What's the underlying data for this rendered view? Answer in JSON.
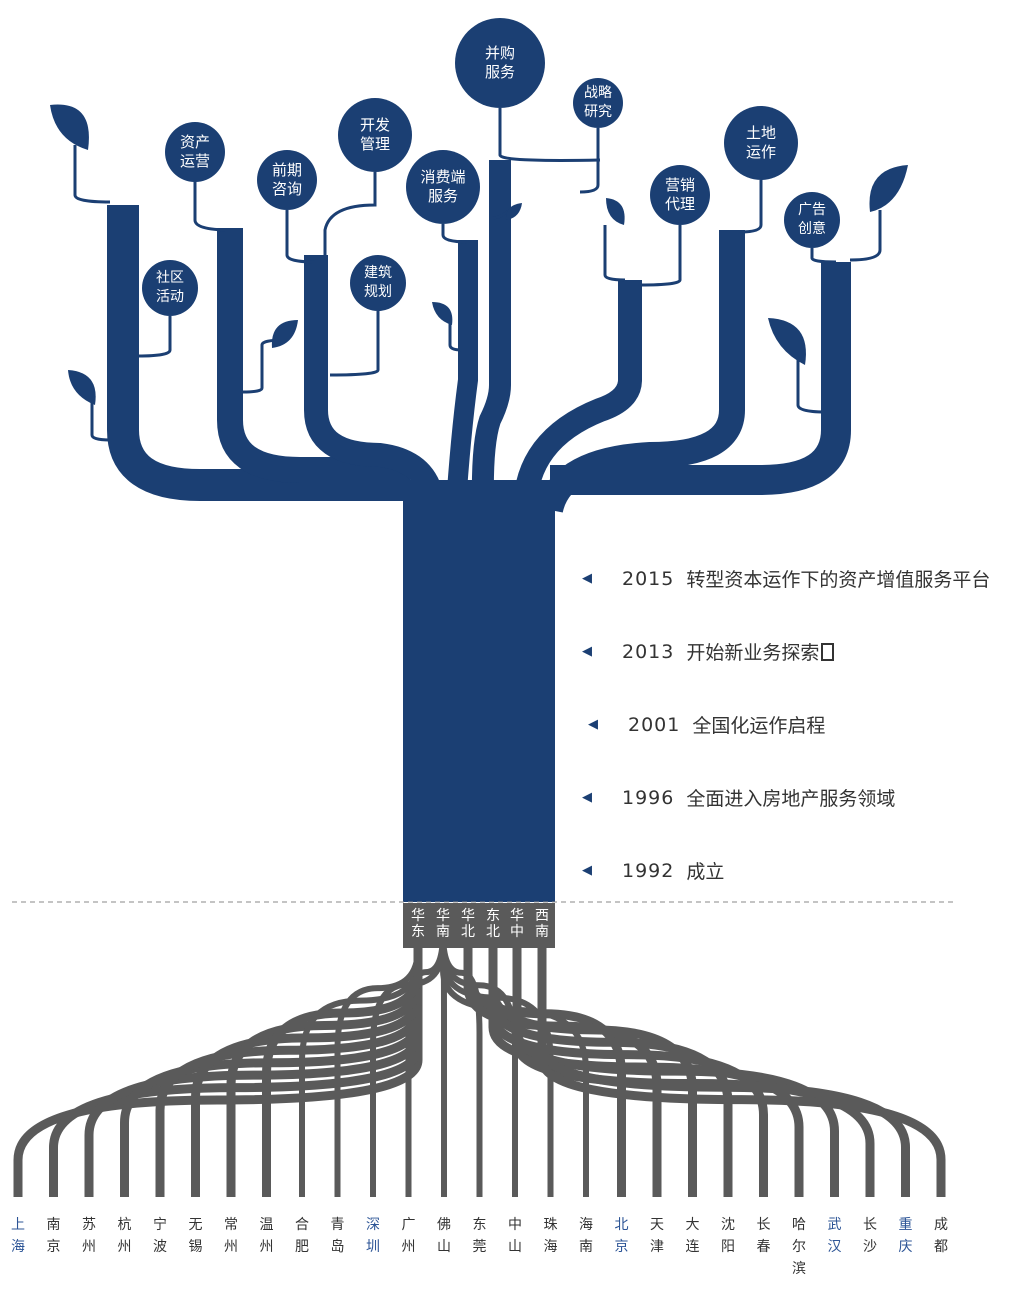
{
  "colors": {
    "tree": "#1b3f73",
    "root": "#5a5a5a",
    "highlight": "#2c5496"
  },
  "services": [
    {
      "id": "merger",
      "label": "并购\n服务"
    },
    {
      "id": "strategy",
      "label": "战略\n研究"
    },
    {
      "id": "asset",
      "label": "资产\n运营"
    },
    {
      "id": "dev",
      "label": "开发\n管理"
    },
    {
      "id": "consult",
      "label": "前期\n咨询"
    },
    {
      "id": "consumer",
      "label": "消费端\n服务"
    },
    {
      "id": "community",
      "label": "社区\n活动"
    },
    {
      "id": "architecture",
      "label": "建筑\n规划"
    },
    {
      "id": "marketing",
      "label": "营销\n代理"
    },
    {
      "id": "land",
      "label": "土地\n运作"
    },
    {
      "id": "ad",
      "label": "广告\n创意"
    }
  ],
  "timeline": [
    {
      "year": "2015",
      "text": "转型资本运作下的资产增值服务平台"
    },
    {
      "year": "2013",
      "text": "开始新业务探索"
    },
    {
      "year": "2001",
      "text": "全国化运作启程"
    },
    {
      "year": "1996",
      "text": "全面进入房地产服务领域"
    },
    {
      "year": "1992",
      "text": "成立"
    }
  ],
  "regions": [
    "华\n东",
    "华\n南",
    "华\n北",
    "东\n北",
    "华\n中",
    "西\n南"
  ],
  "cities": [
    {
      "name": "上\n海",
      "region": 0,
      "hl": true
    },
    {
      "name": "南\n京",
      "region": 0
    },
    {
      "name": "苏\n州",
      "region": 0
    },
    {
      "name": "杭\n州",
      "region": 0
    },
    {
      "name": "宁\n波",
      "region": 0
    },
    {
      "name": "无\n锡",
      "region": 0
    },
    {
      "name": "常\n州",
      "region": 0
    },
    {
      "name": "温\n州",
      "region": 0
    },
    {
      "name": "合\n肥",
      "region": 0
    },
    {
      "name": "青\n岛",
      "region": 0
    },
    {
      "name": "深\n圳",
      "region": 1,
      "hl": true
    },
    {
      "name": "广\n州",
      "region": 1
    },
    {
      "name": "佛\n山",
      "region": 1
    },
    {
      "name": "东\n莞",
      "region": 1
    },
    {
      "name": "中\n山",
      "region": 1
    },
    {
      "name": "珠\n海",
      "region": 1
    },
    {
      "name": "海\n南",
      "region": 1
    },
    {
      "name": "北\n京",
      "region": 2,
      "hl": true
    },
    {
      "name": "天\n津",
      "region": 2
    },
    {
      "name": "大\n连",
      "region": 3
    },
    {
      "name": "沈\n阳",
      "region": 3
    },
    {
      "name": "长\n春",
      "region": 3
    },
    {
      "name": "哈\n尔\n滨",
      "region": 3
    },
    {
      "name": "武\n汉",
      "region": 4,
      "hl": true
    },
    {
      "name": "长\n沙",
      "region": 4
    },
    {
      "name": "重\n庆",
      "region": 5,
      "hl": true
    },
    {
      "name": "成\n都",
      "region": 5
    }
  ]
}
